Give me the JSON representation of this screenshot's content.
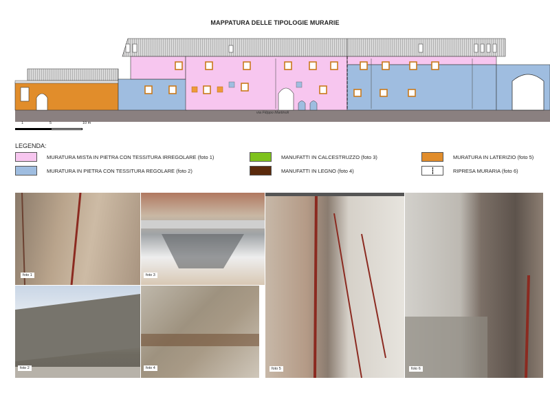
{
  "title": "MAPPATURA DELLE TIPOLOGIE MURARIE",
  "street_label": "via Filippo Martinoli",
  "scale_bar": {
    "ticks": [
      "1",
      "5",
      "10 m"
    ]
  },
  "legend": {
    "heading": "LEGENDA:",
    "items": [
      {
        "label": "MURATURA MISTA IN PIETRA CON TESSITURA IRREGOLARE (foto 1)",
        "color": "#f7c6ef"
      },
      {
        "label": "MURATURA IN PIETRA  CON TESSITURA REGOLARE (foto 2)",
        "color": "#9fbde0"
      },
      {
        "label": "MANUFATTI IN CALCESTRUZZO (foto 3)",
        "color": "#7ec21c"
      },
      {
        "label": "MANUFATTI IN LEGNO (foto 4)",
        "color": "#5a2a0c"
      },
      {
        "label": "MURATURA IN LATERIZIO (foto 5)",
        "color": "#e18d2b"
      },
      {
        "label": "RIPRESA MURARIA (foto 6)",
        "color": "#ffffff"
      }
    ]
  },
  "photos": [
    {
      "caption": "foto 1"
    },
    {
      "caption": "foto 2"
    },
    {
      "caption": "foto 3"
    },
    {
      "caption": "foto 4"
    },
    {
      "caption": "foto 5"
    },
    {
      "caption": "foto 6"
    }
  ]
}
